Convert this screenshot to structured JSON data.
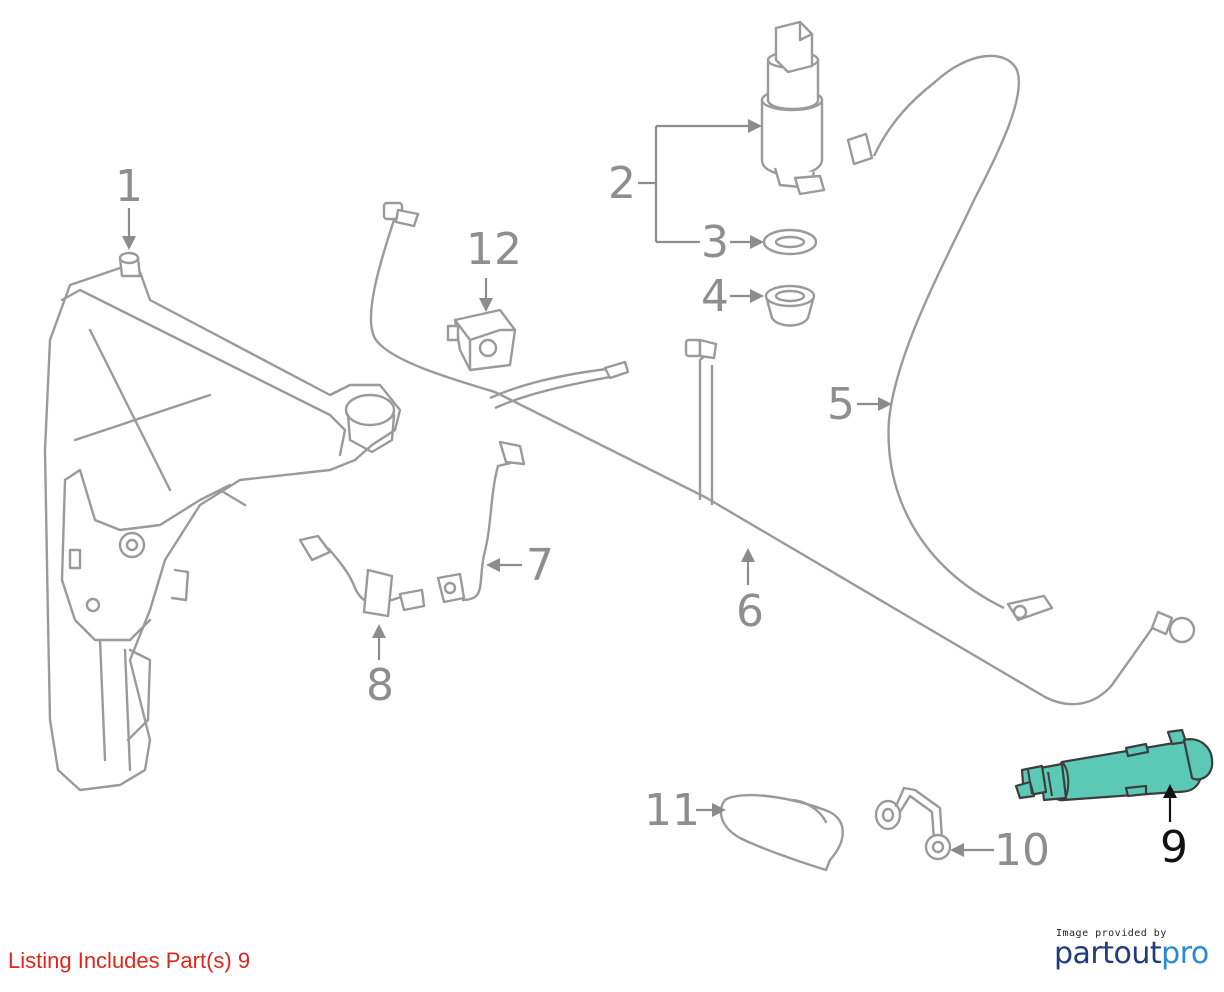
{
  "diagram": {
    "callouts": [
      {
        "id": "1",
        "label": "1"
      },
      {
        "id": "2",
        "label": "2"
      },
      {
        "id": "3",
        "label": "3"
      },
      {
        "id": "4",
        "label": "4"
      },
      {
        "id": "5",
        "label": "5"
      },
      {
        "id": "6",
        "label": "6"
      },
      {
        "id": "7",
        "label": "7"
      },
      {
        "id": "8",
        "label": "8"
      },
      {
        "id": "9",
        "label": "9",
        "highlighted": true
      },
      {
        "id": "10",
        "label": "10"
      },
      {
        "id": "11",
        "label": "11"
      },
      {
        "id": "12",
        "label": "12"
      }
    ],
    "highlight_color": "#5cc8b6",
    "line_color": "#9a9a9a"
  },
  "listing": {
    "text": "Listing Includes Part(s) 9",
    "color": "#e0261b"
  },
  "credit": {
    "caption": "Image provided by",
    "brand_part1": "partout",
    "brand_part2": "pro"
  }
}
